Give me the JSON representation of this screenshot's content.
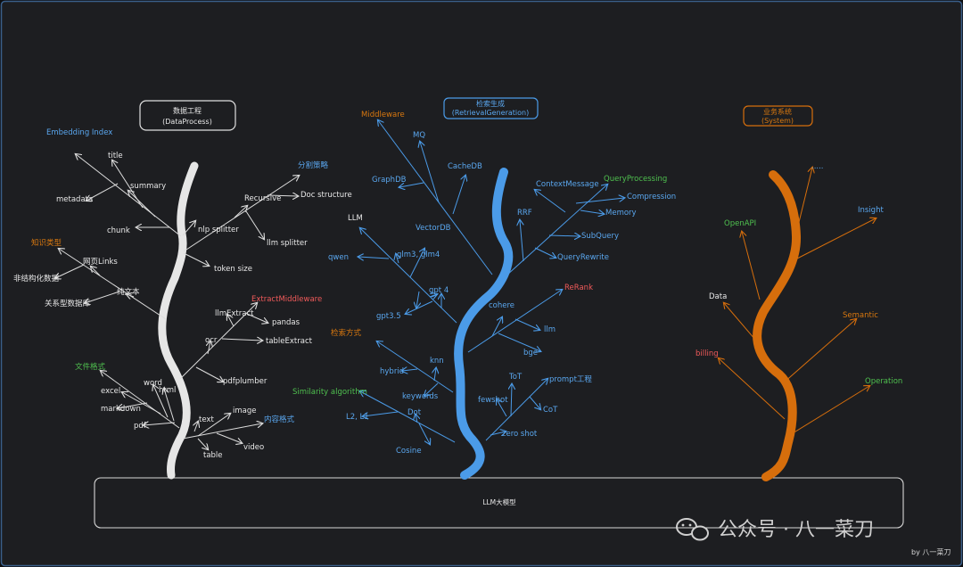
{
  "colors": {
    "background": "#1d1e21",
    "white_branch": "#e6e6e6",
    "blue_branch": "#4b9be8",
    "orange_branch": "#d66e0c",
    "label_white": "#e8e8e8",
    "label_blue": "#5aa7ef",
    "label_orange": "#d9780f",
    "label_green": "#4fc04f",
    "label_red": "#f05a5a"
  },
  "headers": {
    "data": {
      "line1": "数据工程",
      "line2": "(DataProcess)"
    },
    "retrieval": {
      "line1": "检索生成",
      "line2": "(RetrievalGeneration)"
    },
    "system": {
      "line1": "业务系统",
      "line2": "(System)"
    }
  },
  "base_label": "LLM大模型",
  "watermark": {
    "text": "公众号 · 八一菜刀",
    "byline": "by 八一菜刀"
  },
  "tree_data": {
    "labels": {
      "embedding_index": "Embedding Index",
      "title": "title",
      "summary": "summary",
      "metadata": "metadata",
      "chunk": "chunk",
      "nlp_splitter": "nlp splitter",
      "split_strategy": "分割策略",
      "recursive": "Recursive",
      "doc_structure": "Doc structure",
      "llm_splitter": "llm splitter",
      "token_size": "token size",
      "knowledge_type": "知识类型",
      "web_links": "网页Links",
      "unstructured": "非结构化数据",
      "plain_text": "纯文本",
      "relational_db": "关系型数据库",
      "extract_middleware": "ExtractMiddleware",
      "llm_extract": "llmExtract",
      "pandas": "pandas",
      "table_extract": "tableExtract",
      "ocr": "ocr",
      "pdfplumber": "pdfplumber",
      "file_format": "文件格式",
      "excel": "excel",
      "word": "word",
      "html": "html",
      "markdown": "markdown",
      "pdf": "pdf",
      "image": "image",
      "text": "text",
      "content_format": "内容格式",
      "table": "table",
      "video": "video",
      "middleware": "Middleware",
      "mq": "MQ",
      "cachedb": "CacheDB",
      "graphdb": "GraphDB",
      "llm": "LLM",
      "vectordb": "VectorDB",
      "glm": "glm3, glm4",
      "qwen": "qwen",
      "gpt4": "gpt 4",
      "gpt35": "gpt3.5",
      "context_message": "ContextMessage",
      "query_processing": "QueryProcessing",
      "compression": "Compression",
      "rrf": "RRF",
      "memory": "Memory",
      "subquery": "SubQuery",
      "query_rewrite": "QueryRewrite",
      "rerank": "ReRank",
      "cohere": "cohere",
      "bge_reranker": "llm",
      "bge": "bge",
      "retrieval_method": "检索方式",
      "hybrid": "hybrid",
      "knn": "knn",
      "keywords": "keywords",
      "similarity": "Similarity algorithm",
      "l2l1": "L2, L1",
      "dot": "Dot",
      "cosine": "Cosine",
      "tot": "ToT",
      "prompt_eng": "prompt工程",
      "fewshot": "fewshot",
      "cot": "CoT",
      "zeroshot": "zero shot",
      "ellipsis": ".....",
      "openapi": "OpenAPI",
      "insight": "Insight",
      "data": "Data",
      "semantic": "Semantic",
      "billing": "billing",
      "operation": "Operation"
    }
  }
}
